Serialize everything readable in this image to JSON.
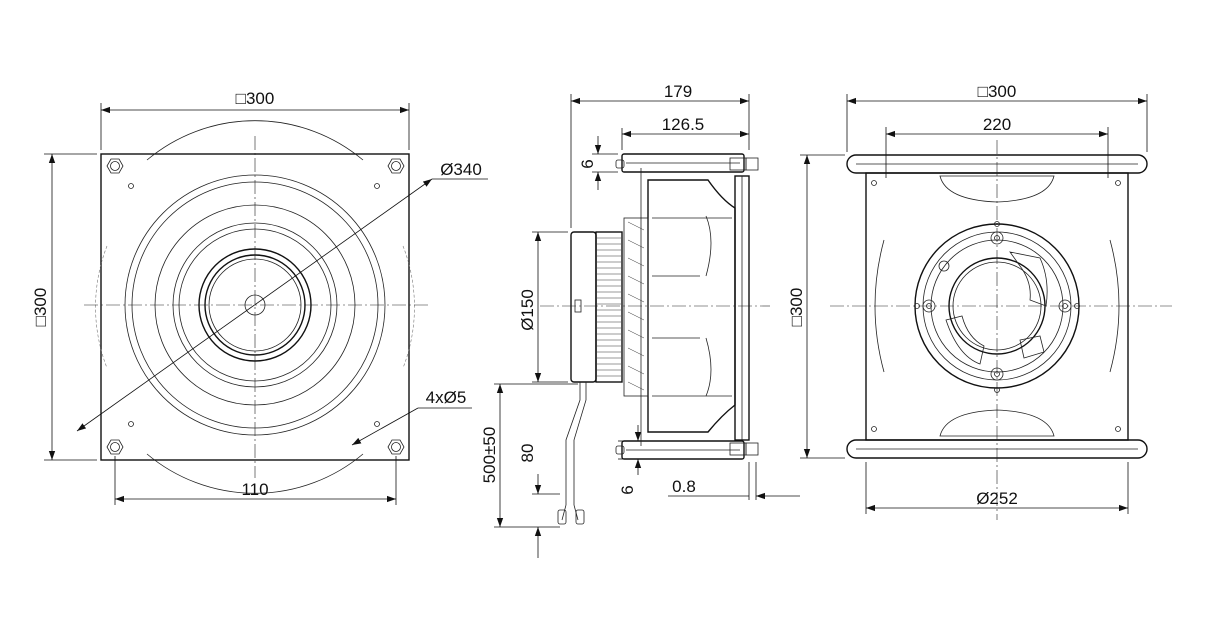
{
  "dimensions": {
    "front_width": "□300",
    "front_height": "□300",
    "front_ring_diameter": "Ø340",
    "front_holes": "4xØ5",
    "front_offset": "110",
    "side_depth": "179",
    "side_inner_depth": "126.5",
    "side_flange_top": "6",
    "side_flange_bottom": "6",
    "side_motor_diameter": "Ø150",
    "side_cable_length": "500±50",
    "side_strip_length": "80",
    "side_plate_thickness": "0.8",
    "rear_width": "□300",
    "rear_height": "□300",
    "rear_hole_spacing": "220",
    "rear_diameter": "Ø252"
  },
  "colors": {
    "line": "#111111",
    "background": "#ffffff"
  }
}
